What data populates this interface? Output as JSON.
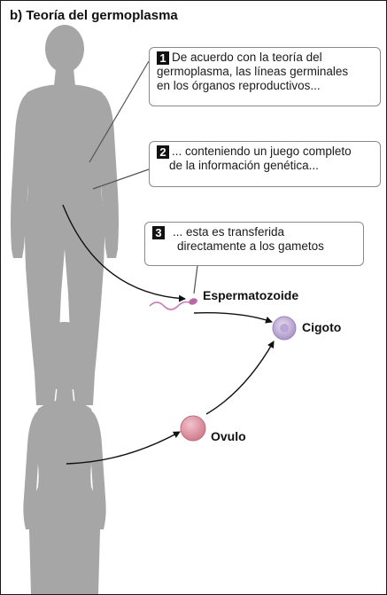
{
  "title": "b) Teoría del germoplasma",
  "callouts": [
    {
      "number": "1",
      "line1": "De acuerdo con la teoría del",
      "line2": "germoplasma, las líneas germinales",
      "line3": "en los órganos reproductivos..."
    },
    {
      "number": "2",
      "line1": "... conteniendo un juego completo",
      "line2": "de la información genética..."
    },
    {
      "number": "3",
      "line1": "... esta es transferida",
      "line2": "directamente a los gametos"
    }
  ],
  "labels": {
    "sperm": "Espermatozoide",
    "zygote": "Cigoto",
    "ovum": "Ovulo"
  },
  "colors": {
    "figure": "#a6a6a6",
    "callout_border": "#8a8a8a",
    "arrow": "#111111",
    "ovum": "#d88a98",
    "zygote": "#c9b7df",
    "sperm": "#c97bb8"
  }
}
